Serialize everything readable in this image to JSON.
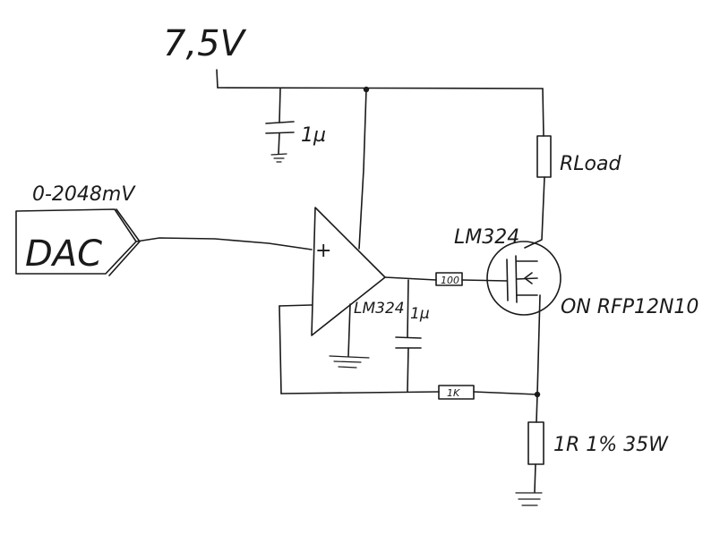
{
  "supply": {
    "voltage": "7,5V"
  },
  "dac": {
    "range": "0-2048mV",
    "label": "DAC"
  },
  "capacitors": {
    "supply_decoupling": "1µ",
    "output_filter": "1µ"
  },
  "resistors": {
    "gate": "100",
    "feedback": "1K",
    "load": "RLoad",
    "sense": "1R 1% 35W"
  },
  "opamp": {
    "part": "LM324",
    "part_top": "LM324",
    "plus_sign": "+"
  },
  "mosfet": {
    "part": "ON RFP12N10"
  }
}
